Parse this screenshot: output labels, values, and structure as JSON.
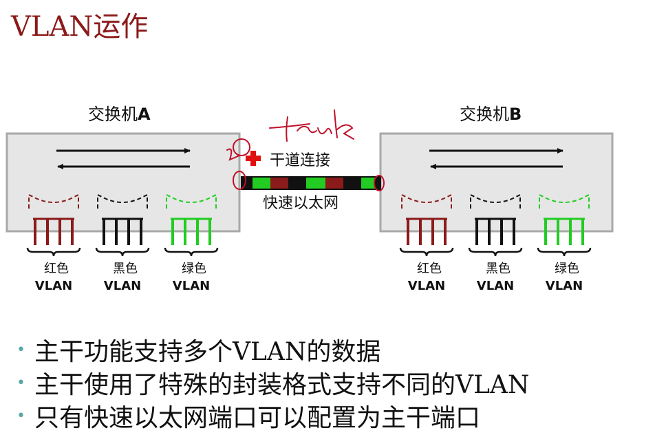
{
  "title": "VLAN运作",
  "switch_a": {
    "label_prefix": "交换机",
    "label_letter": "A"
  },
  "switch_b": {
    "label_prefix": "交换机",
    "label_letter": "B"
  },
  "trunk": {
    "label": "干道连接",
    "handwritten": "trunk",
    "cable_label": "快速以太网"
  },
  "vlans": [
    {
      "name": "红色",
      "suffix": "VLAN",
      "color": "#8b1a1a"
    },
    {
      "name": "黑色",
      "suffix": "VLAN",
      "color": "#111111"
    },
    {
      "name": "绿色",
      "suffix": "VLAN",
      "color": "#22cc22"
    }
  ],
  "colors": {
    "box_fill": "#e5e6e5",
    "box_border": "#a8aaa8",
    "plus": "#e01010",
    "ink": "#c0102a"
  },
  "bullets": [
    "主干功能支持多个VLAN的数据",
    "主干使用了特殊的封装格式支持不同的VLAN",
    "只有快速以太网端口可以配置为主干端口"
  ]
}
